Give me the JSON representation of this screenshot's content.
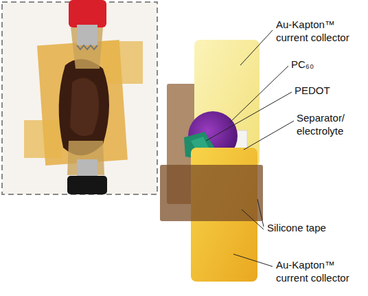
{
  "diagram": {
    "labels": [
      "Au-Kapton™ current collector",
      "PC₆₀",
      "PEDOT",
      "Separator/ electrolyte",
      "Silicone tape",
      "Au-Kapton™ current collector"
    ]
  }
}
